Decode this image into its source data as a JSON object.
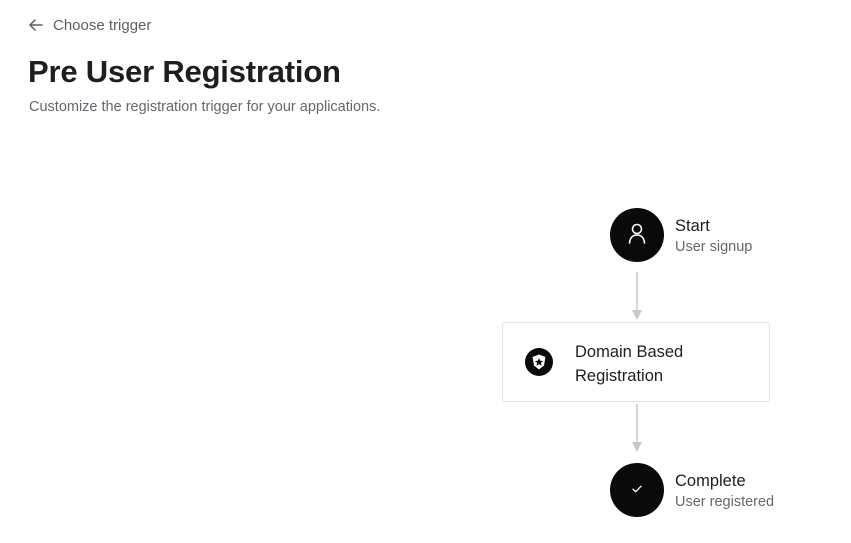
{
  "nav": {
    "back_label": "Choose trigger"
  },
  "header": {
    "title": "Pre User Registration",
    "subtitle": "Customize the registration trigger for your applications."
  },
  "flow": {
    "start": {
      "title": "Start",
      "subtitle": "User signup",
      "icon": "user-icon"
    },
    "action": {
      "label": "Domain Based Registration",
      "icon": "auth0-shield-icon"
    },
    "complete": {
      "title": "Complete",
      "subtitle": "User registered",
      "icon": "checkmark-icon"
    }
  },
  "colors": {
    "node": "#0a0a0a",
    "connector": "#c8c8cc",
    "card_border": "#e3e3e5",
    "text_primary": "#1e1e1e",
    "text_secondary": "#65676e"
  }
}
